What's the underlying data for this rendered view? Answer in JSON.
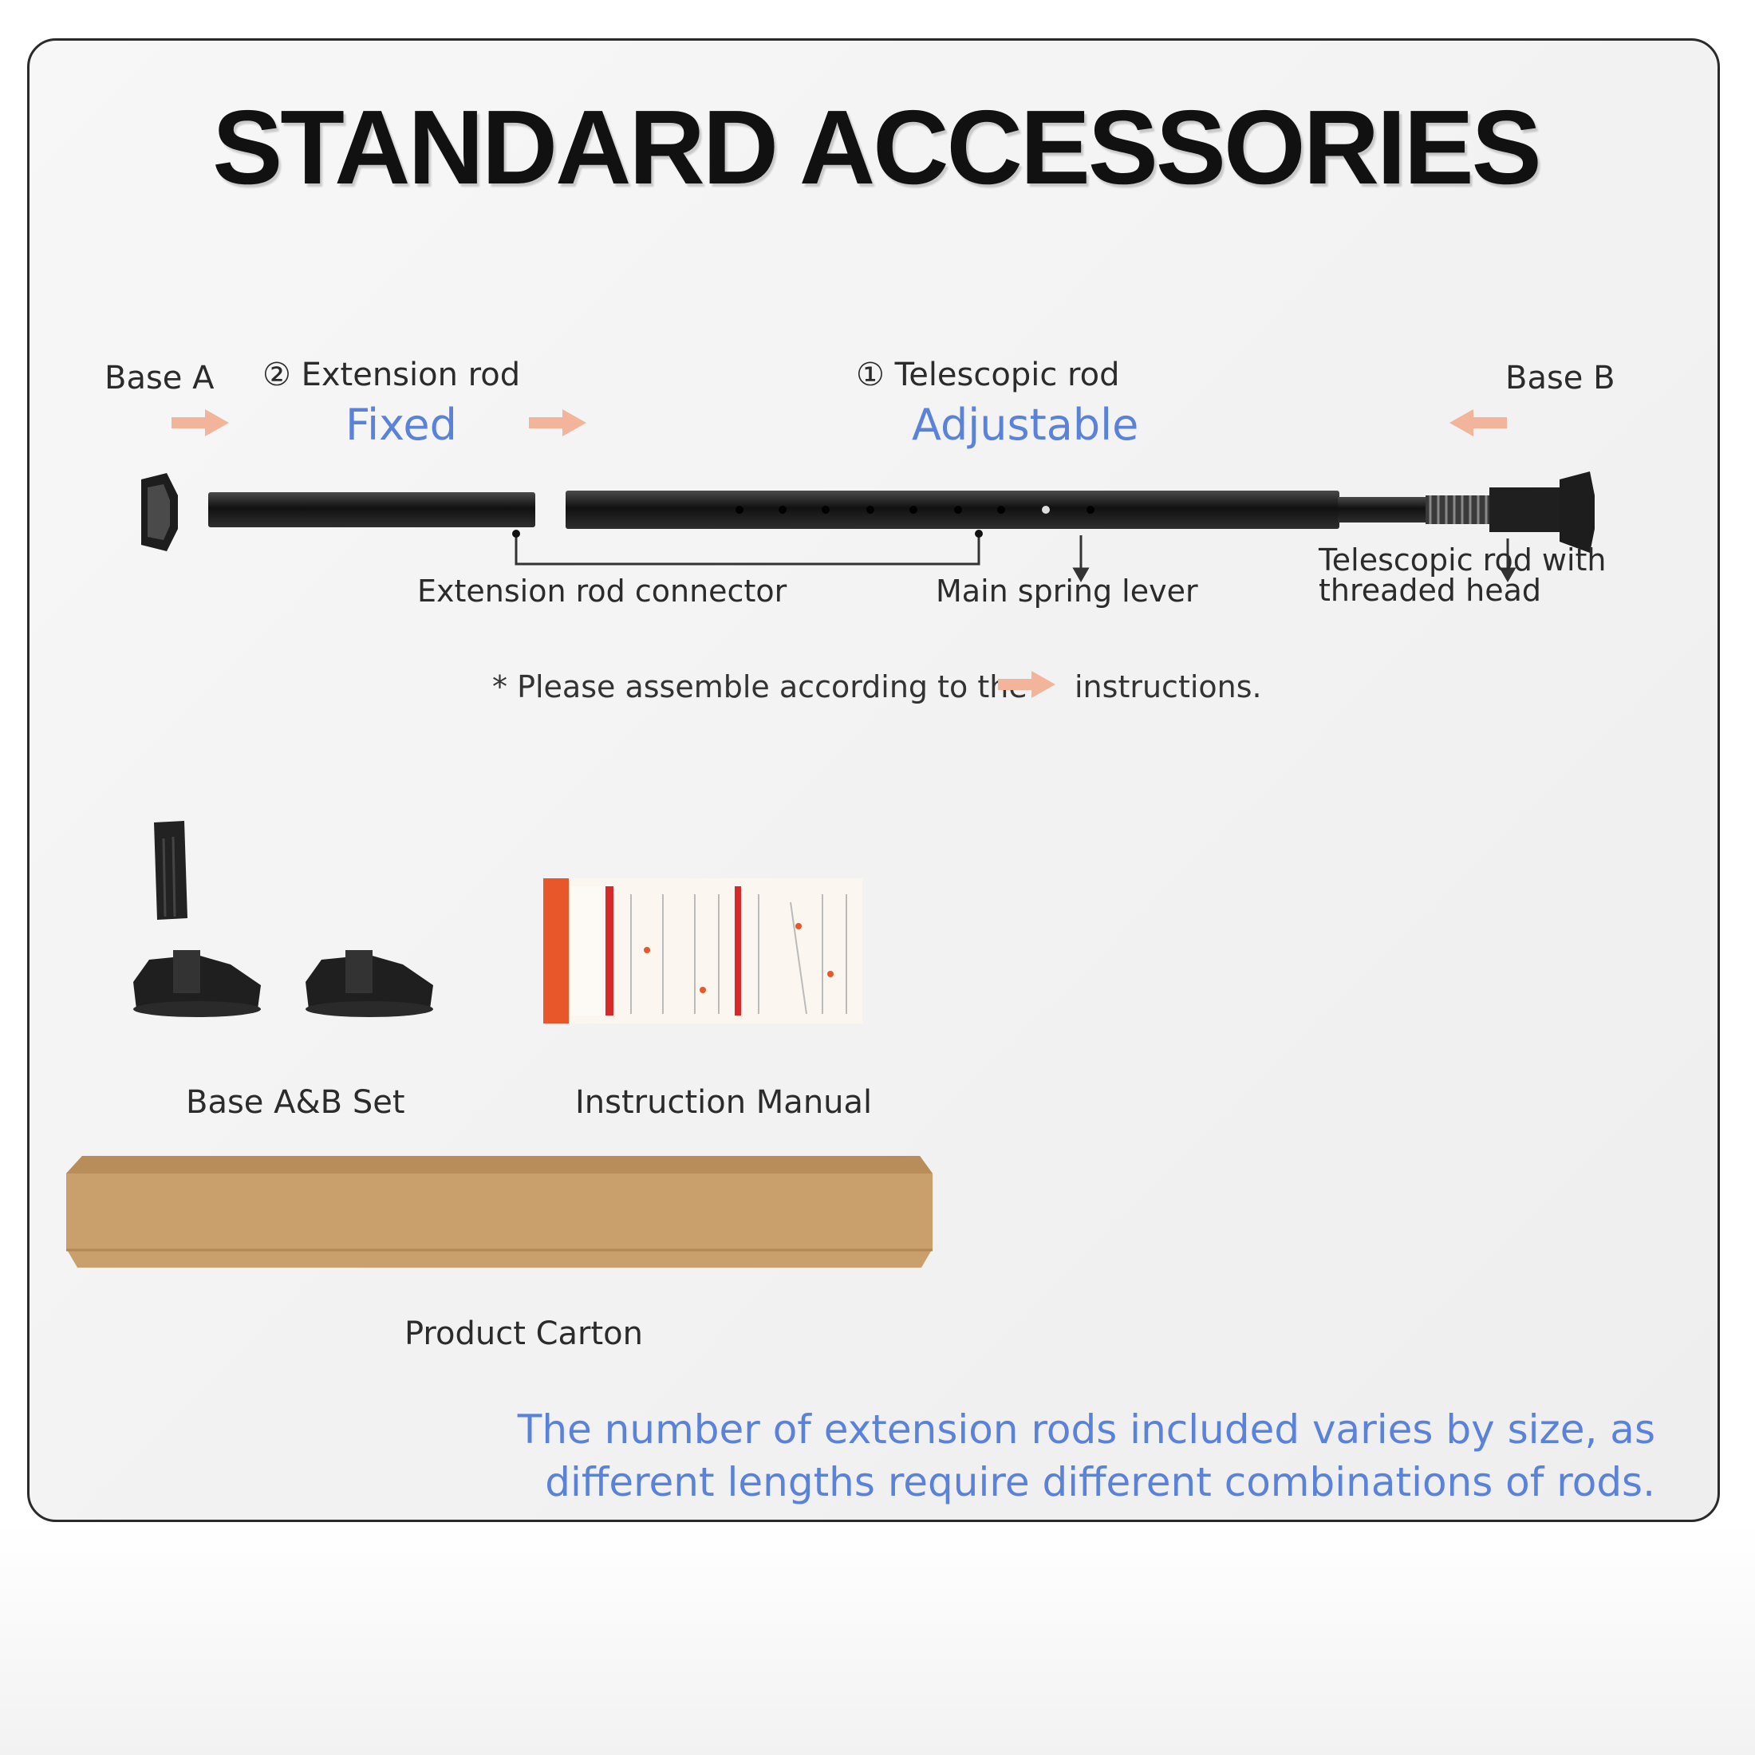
{
  "title": "STANDARD ACCESSORIES",
  "diagram": {
    "base_a": "Base  A",
    "extension_rod": "② Extension rod",
    "fixed": "Fixed",
    "telescopic_rod": "① Telescopic rod",
    "adjustable": "Adjustable",
    "base_b": "Base  B",
    "extension_rod_connector": "Extension rod connector",
    "main_spring_lever": "Main spring lever",
    "threaded_head_line1": "Telescopic rod with",
    "threaded_head_line2": "threaded head"
  },
  "note": {
    "before": "* Please assemble according to the",
    "after": "instructions."
  },
  "accessories": {
    "base_set": "Base A&B Set",
    "manual": "Instruction Manual",
    "carton": "Product Carton"
  },
  "footer": {
    "line1": "The number of extension rods included varies by size, as",
    "line2": "different lengths require different combinations of rods."
  },
  "colors": {
    "accent_blue": "#5b82d9",
    "arrow_peach": "#f2b49a",
    "rod_black": "#1e1e1e",
    "carton_brown": "#c9a06b"
  }
}
